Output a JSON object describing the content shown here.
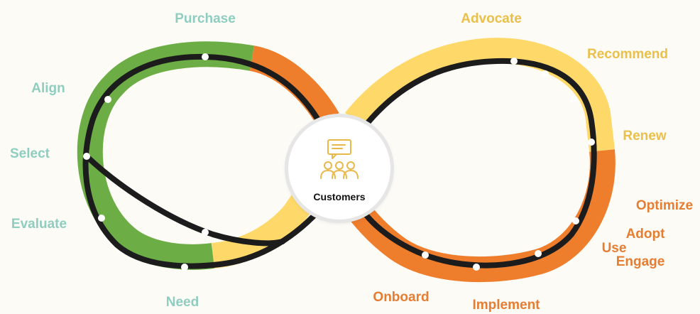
{
  "center": {
    "label": "Customers"
  },
  "colors": {
    "green": "#6cae45",
    "orange": "#ee7d2c",
    "yellow": "#fed868",
    "track": "#1c1c1c",
    "left_labels": "#8ecdbf",
    "right_yellow_labels": "#eabf4a",
    "right_orange_labels": "#e57d32"
  },
  "stages": {
    "purchase": "Purchase",
    "align": "Align",
    "select": "Select",
    "evaluate": "Evaluate",
    "need": "Need",
    "advocate": "Advocate",
    "recommend": "Recommend",
    "renew": "Renew",
    "optimize": "Optimize",
    "adopt": "Adopt",
    "use": "Use",
    "engage": "Engage",
    "onboard": "Onboard",
    "implement": "Implement"
  },
  "icons": {
    "center": "customers-chat-icon"
  }
}
